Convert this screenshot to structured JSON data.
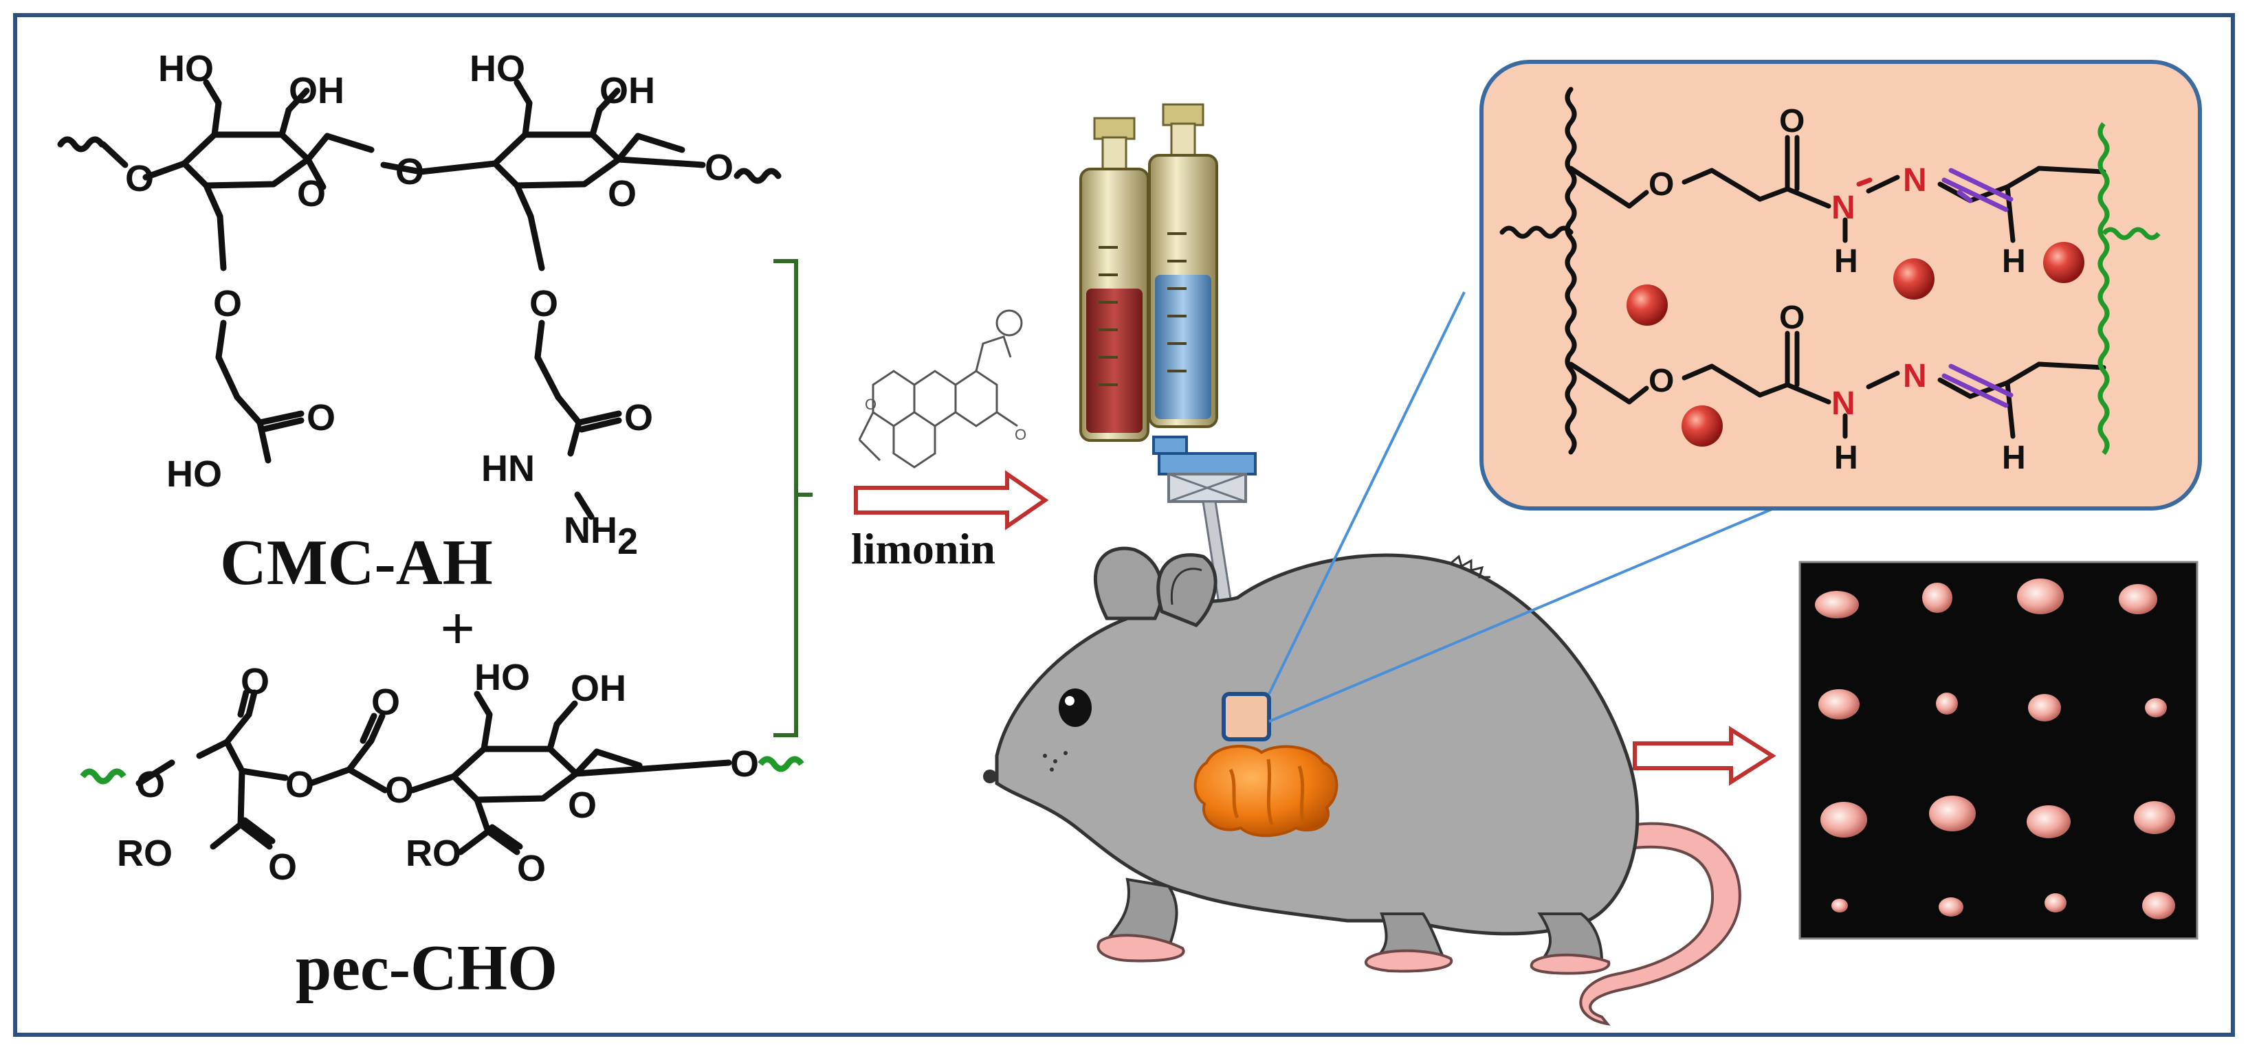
{
  "labels": {
    "cmc_ah": "CMC-AH",
    "plus": "+",
    "pec_cho": "pec-CHO",
    "limonin": "limonin"
  },
  "atoms": {
    "HO": "HO",
    "OH": "OH",
    "O": "O",
    "HN": "HN",
    "NH2": "NH",
    "sub2": "2",
    "RO": "RO",
    "N": "N",
    "H": "H"
  },
  "colors": {
    "frame": "#2f4f7f",
    "inset_fill": "#f9cdb3",
    "inset_border": "#3a6aa0",
    "nitrogen": "#d0202a",
    "imine_bond": "#7a3cc0",
    "pec_chain": "#1f9a2a",
    "arrow": "#c0302e",
    "bracket": "#2f6b24",
    "mouse": "#a9a9a9",
    "tumor": "#f07a12",
    "syringe_red": "#b2393a",
    "syringe_blue": "#6fa3d6",
    "photo_bg": "#0a0a0a"
  },
  "icons": [
    "syringe-icon",
    "mouse-icon",
    "tumor-icon",
    "drug-particle-icon",
    "tumor-samples-photo"
  ]
}
